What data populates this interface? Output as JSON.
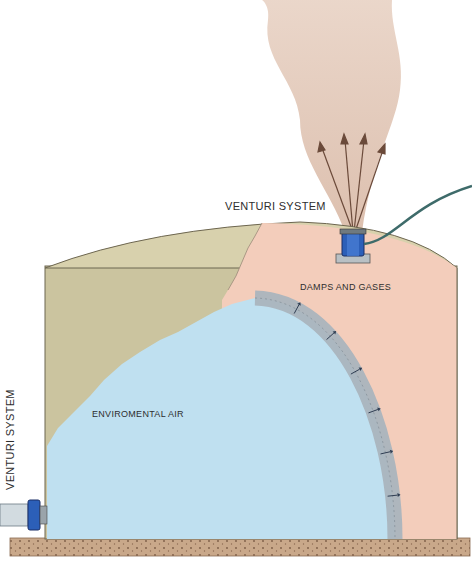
{
  "diagram": {
    "labels": [
      "VENTURI SYSTEM",
      "DAMPS AND GASES",
      "ENVIROMENTAL AIR",
      "VENTURI SYSTEM"
    ]
  }
}
